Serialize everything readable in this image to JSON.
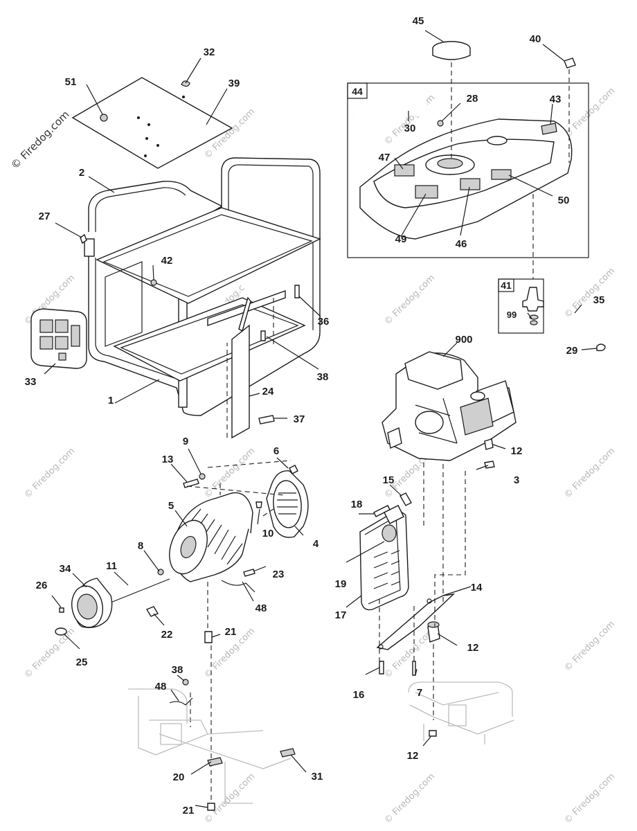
{
  "watermark": {
    "main": "© Firedog.com",
    "tile": "© Firedog.com"
  },
  "callouts": {
    "c1": "1",
    "c2": "2",
    "c3": "3",
    "c4": "4",
    "c5": "5",
    "c6": "6",
    "c7": "7",
    "c8": "8",
    "c9": "9",
    "c10": "10",
    "c11": "11",
    "c12a": "12",
    "c12b": "12",
    "c12c": "12",
    "c13": "13",
    "c14": "14",
    "c15": "15",
    "c16": "16",
    "c17": "17",
    "c18": "18",
    "c19": "19",
    "c20": "20",
    "c21a": "21",
    "c21b": "21",
    "c22": "22",
    "c23": "23",
    "c24": "24",
    "c25": "25",
    "c26": "26",
    "c27": "27",
    "c28": "28",
    "c29": "29",
    "c30": "30",
    "c31": "31",
    "c32": "32",
    "c33": "33",
    "c34": "34",
    "c35": "35",
    "c36": "36",
    "c37": "37",
    "c38a": "38",
    "c38b": "38",
    "c39": "39",
    "c40": "40",
    "c41": "41",
    "c42": "42",
    "c43": "43",
    "c44": "44",
    "c45": "45",
    "c46": "46",
    "c47": "47",
    "c48a": "48",
    "c48b": "48",
    "c49": "49",
    "c50": "50",
    "c51": "51",
    "c99": "99",
    "c900": "900"
  }
}
